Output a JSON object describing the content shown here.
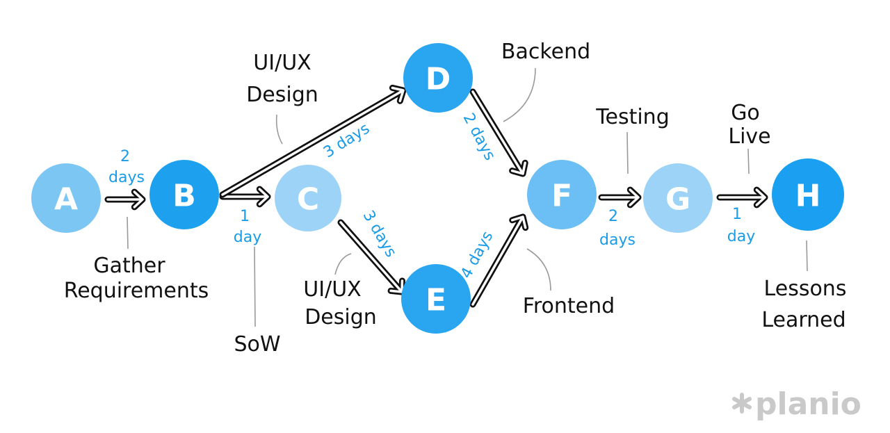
{
  "nodes": [
    {
      "id": "A",
      "color": "#7cc6f4"
    },
    {
      "id": "B",
      "color": "#1da1ef"
    },
    {
      "id": "C",
      "color": "#9dd3f6"
    },
    {
      "id": "D",
      "color": "#2aa5f0"
    },
    {
      "id": "E",
      "color": "#2aa5f0"
    },
    {
      "id": "F",
      "color": "#6cbff4"
    },
    {
      "id": "G",
      "color": "#9dd3f6"
    },
    {
      "id": "H",
      "color": "#1b9ff0"
    }
  ],
  "edges": [
    {
      "from": "A",
      "to": "B",
      "num": "2",
      "unit": "days"
    },
    {
      "from": "B",
      "to": "C",
      "num": "1",
      "unit": "day"
    },
    {
      "from": "B",
      "to": "D",
      "label": "3 days"
    },
    {
      "from": "C",
      "to": "E",
      "label": "3 days"
    },
    {
      "from": "D",
      "to": "F",
      "label": "2 days"
    },
    {
      "from": "E",
      "to": "F",
      "label": "4 days"
    },
    {
      "from": "F",
      "to": "G",
      "num": "2",
      "unit": "days"
    },
    {
      "from": "G",
      "to": "H",
      "num": "1",
      "unit": "day"
    }
  ],
  "annotations": {
    "gather": [
      "Gather",
      "Requirements"
    ],
    "sow": [
      "SoW"
    ],
    "uiux_top": [
      "UI/UX",
      "Design"
    ],
    "uiux_bottom": [
      "UI/UX",
      "Design"
    ],
    "backend": [
      "Backend"
    ],
    "frontend": [
      "Frontend"
    ],
    "testing": [
      "Testing"
    ],
    "golive": [
      "Go",
      "Live"
    ],
    "lessons": [
      "Lessons",
      "Learned"
    ]
  },
  "logo": "planio",
  "colors": {
    "duration": "#1a9be8",
    "arrow": "#111111",
    "leader": "#999999",
    "logo": "#c9c9c9"
  }
}
